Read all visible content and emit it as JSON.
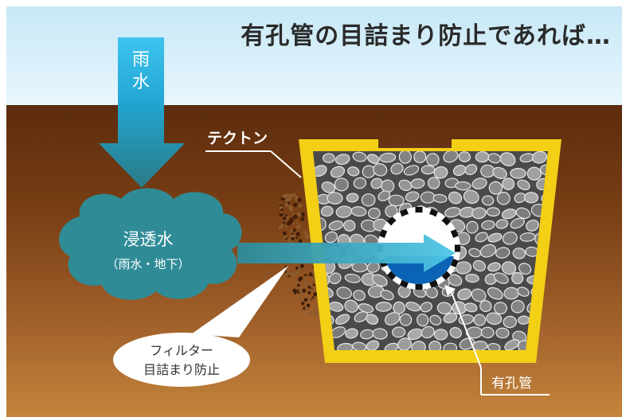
{
  "caption": "有孔管の目詰まり防止であれば…",
  "rain_label": [
    "雨",
    "水"
  ],
  "seepage": {
    "title": "浸透水",
    "subtitle": "（雨水・地下）"
  },
  "labels": {
    "tekton": "テクトン",
    "filter_line1": "フィルター",
    "filter_line2": "目詰まり防止",
    "pipe": "有孔管"
  },
  "colors": {
    "sky": "#d4eef9",
    "ground_dark": "#5c2c0d",
    "ground_light": "#c4853c",
    "rain": "#29b6e6",
    "water_arrow": "#2f8e9c",
    "frame": "#f3d016",
    "pipe_water": "#0b63b5",
    "stone": "#8e8e8e"
  }
}
